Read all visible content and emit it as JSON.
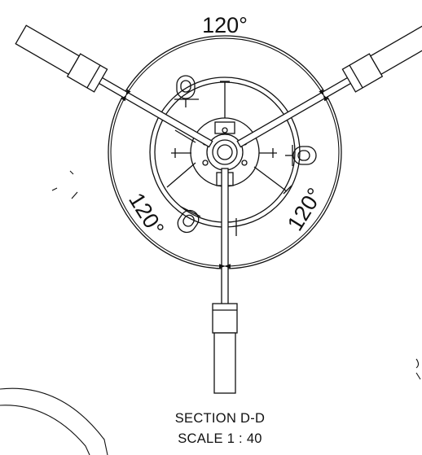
{
  "drawing": {
    "dimensions": {
      "top_angle": "120°",
      "left_angle": "120°",
      "right_angle": "120°"
    },
    "section_title": "SECTION D-D",
    "scale_label": "SCALE 1 : 40",
    "colors": {
      "line": "#111111",
      "background": "#ffffff"
    }
  }
}
